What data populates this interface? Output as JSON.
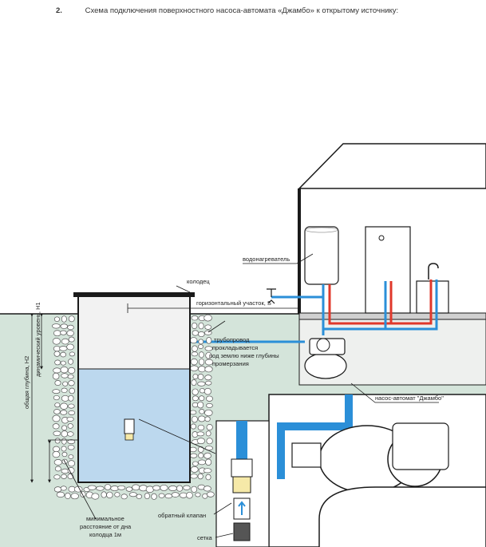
{
  "heading": {
    "number": "2.",
    "text": "Схема подключения поверхностного насоса-автомата «Джамбо» к открытому источнику:"
  },
  "labels": {
    "water_heater": "водонагреватель",
    "well": "колодец",
    "horizontal_section": "горизонтальный участок, S",
    "pipeline": [
      "трубопровод",
      "прокладывается",
      "под землю ниже глубины",
      "промерзания"
    ],
    "pump": "насос-автомат \"Джамбо\"",
    "dynamic_level": "динамический уровень, Н1",
    "total_depth": "общая глубина, Н2",
    "min_distance": [
      "минимальное",
      "расстояние от дна",
      "колодца 1м"
    ],
    "check_valve": "обратный клапан",
    "strainer": "сетка"
  },
  "colors": {
    "ground": "#d4e4da",
    "cold_pipe": "#2b8fd8",
    "hot_pipe": "#e0382b",
    "water": "#bcd8ee",
    "well_wall": "#f2f2f2",
    "outline": "#1a1a1a",
    "stone": "#ffffff"
  }
}
